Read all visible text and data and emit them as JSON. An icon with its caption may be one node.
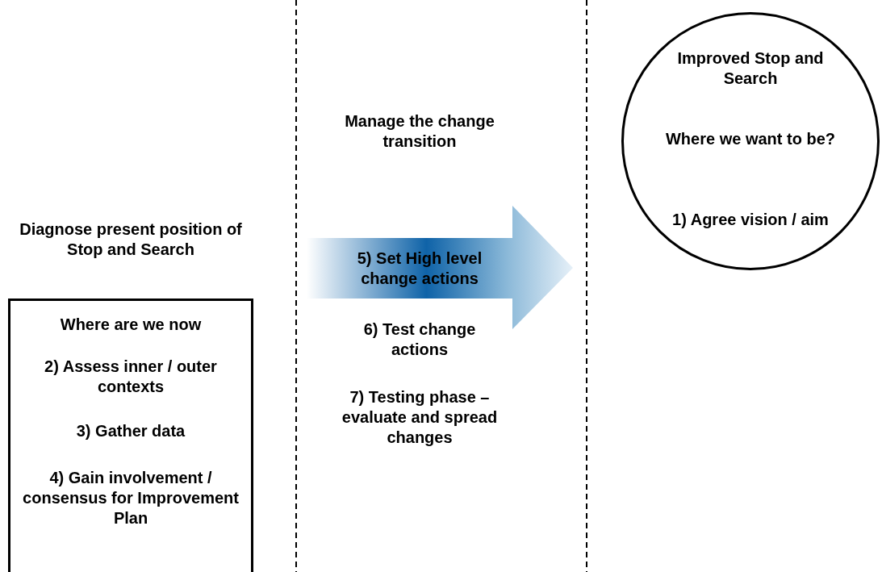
{
  "diagram": {
    "nodes": [
      {
        "text": [
          "Diagnose present position of Stop and Search",
          "Where are we now",
          "2) Assess inner / outer contexts",
          "3) Gather data",
          "4) Gain involvement / consensus for Improvement Plan"
        ]
      },
      {
        "text": [
          "5) Set High level change actions"
        ]
      },
      {
        "text": [
          "Improved Stop and Search",
          "Where we want to be?",
          "1) Agree vision / aim"
        ]
      }
    ],
    "edges": [],
    "labels": [
      "Manage the change transition",
      "6) Test change actions",
      "7) Testing phase – evaluate and spread changes"
    ]
  }
}
